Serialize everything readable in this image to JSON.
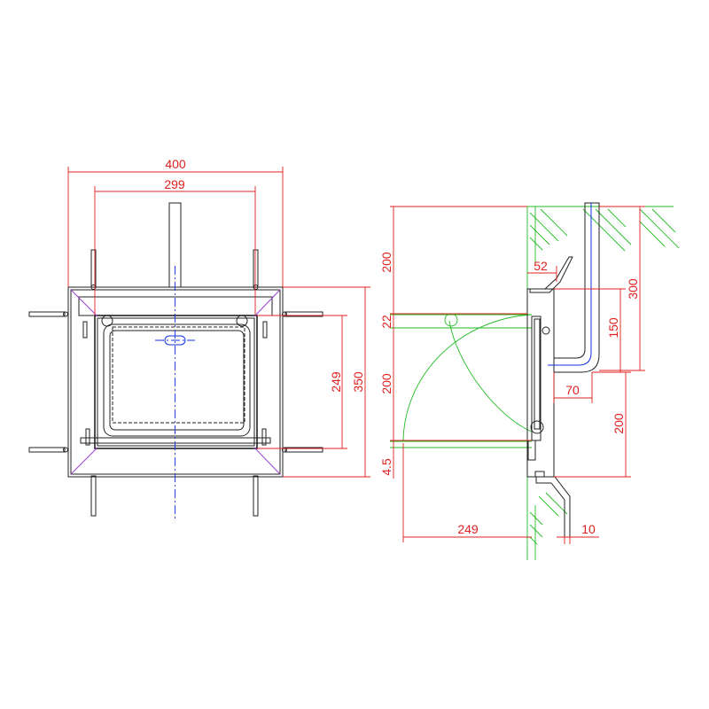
{
  "colors": {
    "object": "#222222",
    "dimension": "#e02020",
    "hinge": "#22bb22",
    "centerline": "#1030e0",
    "accent": "#9b3fd6",
    "background": "#ffffff"
  },
  "front_view": {
    "dimensions": {
      "overall_width": "400",
      "inner_width": "299",
      "opening_height": "249",
      "overall_height": "350"
    }
  },
  "side_view": {
    "dimensions": {
      "top_height": "200",
      "gap": "22",
      "middle_height": "200",
      "bottom_offset": "4.5",
      "swing_radius": "249",
      "flange": "52",
      "handle_height": "300",
      "handle_depth": "150",
      "handle_reach": "70",
      "lower_height": "200",
      "anchor": "10"
    }
  }
}
